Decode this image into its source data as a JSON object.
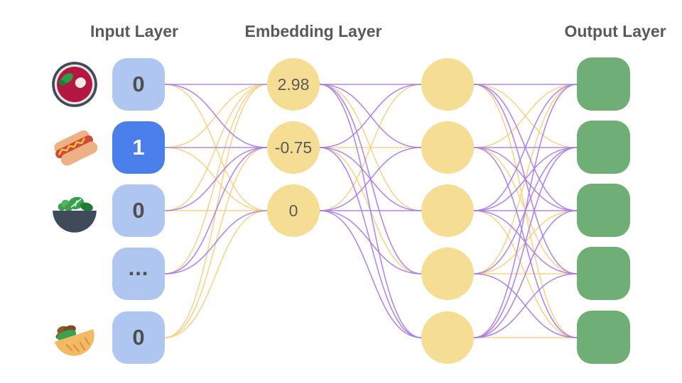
{
  "titles": {
    "input": "Input Layer",
    "embedding": "Embedding Layer",
    "output": "Output Layer"
  },
  "colors": {
    "input_box": "#aec6f0",
    "input_box_active": "#4a7ee8",
    "node_yellow": "#f6dd94",
    "output_green": "#6fae74",
    "edge_purple": "#a77ce4",
    "edge_yellow": "#f5cf82",
    "title_text": "#595959",
    "value_text": "#4f4f4f"
  },
  "input_layer": {
    "nodes": [
      {
        "value": "0",
        "icon": "borscht-soup-icon",
        "active": false
      },
      {
        "value": "1",
        "icon": "hotdog-icon",
        "active": true
      },
      {
        "value": "0",
        "icon": "salad-icon",
        "active": false
      },
      {
        "value": "...",
        "icon": null,
        "active": false
      },
      {
        "value": "0",
        "icon": "stuffed-flatbread-icon",
        "active": false
      }
    ]
  },
  "embedding_layer": {
    "values": [
      "2.98",
      "-0.75",
      "0"
    ]
  },
  "hidden_layer": {
    "node_count": 5
  },
  "output_layer": {
    "node_count": 5
  },
  "edges": {
    "input_to_embedding": [
      [
        "purple",
        "purple",
        "yellow"
      ],
      [
        "yellow",
        "purple",
        "yellow"
      ],
      [
        "yellow",
        "purple",
        "yellow"
      ],
      [
        "yellow",
        "purple",
        "purple"
      ],
      [
        "yellow",
        "yellow",
        "yellow"
      ]
    ],
    "embedding_to_hidden": [
      [
        "purple",
        "purple",
        "yellow",
        "purple",
        "purple"
      ],
      [
        "purple",
        "yellow",
        "purple",
        "yellow",
        "purple"
      ],
      [
        "yellow",
        "purple",
        "purple",
        "purple",
        "purple"
      ]
    ],
    "hidden_to_output": [
      [
        "purple",
        "yellow",
        "purple",
        "purple",
        "yellow"
      ],
      [
        "yellow",
        "purple",
        "purple",
        "yellow",
        "purple"
      ],
      [
        "purple",
        "purple",
        "purple",
        "purple",
        "yellow"
      ],
      [
        "yellow",
        "purple",
        "yellow",
        "yellow",
        "purple"
      ],
      [
        "purple",
        "purple",
        "purple",
        "purple",
        "yellow"
      ]
    ]
  }
}
